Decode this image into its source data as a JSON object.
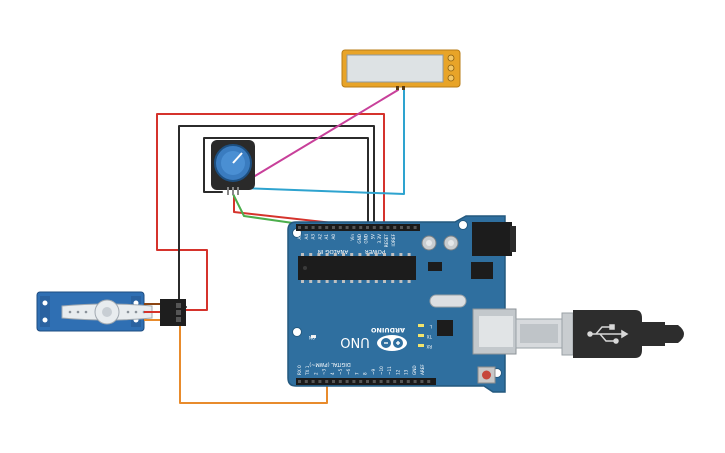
{
  "board": {
    "brand_text": "ARDUINO",
    "model_text": "UNO",
    "analog_label": "ANALOG IN",
    "power_label": "POWER",
    "digital_label": "DIGITAL (PWM~)",
    "analog_pins": [
      "A0",
      "A1",
      "A2",
      "A3",
      "A4",
      "A5"
    ],
    "power_pins": [
      "IOREF",
      "RESET",
      "3.3V",
      "5V",
      "GND",
      "GND",
      "Vin"
    ],
    "digital_pins": [
      "AREF",
      "GND",
      "13",
      "12",
      "~11",
      "~10",
      "~9",
      "8",
      "7",
      "~6",
      "~5",
      "4",
      "~3",
      "2",
      "TX 1",
      "RX 0"
    ],
    "leds": [
      "L",
      "TX",
      "RX"
    ],
    "on_label": "ON"
  },
  "colors": {
    "board": "#2f6f9f",
    "board_dark": "#24597f",
    "wire_red": "#d5332c",
    "wire_black": "#2b2b2b",
    "wire_magenta": "#c8409a",
    "wire_cyan": "#2ea3cf",
    "wire_green": "#4cae4c",
    "wire_orange": "#e88b2c",
    "lcd_frame": "#e8a428",
    "lcd_screen": "#dde2e4",
    "servo_body": "#2f6fb3",
    "usb_cable": "#2d2d2d"
  },
  "components": {
    "lcd": "lcd-display",
    "potentiometer": "potentiometer",
    "servo": "servo-motor",
    "usb": "usb-cable"
  }
}
